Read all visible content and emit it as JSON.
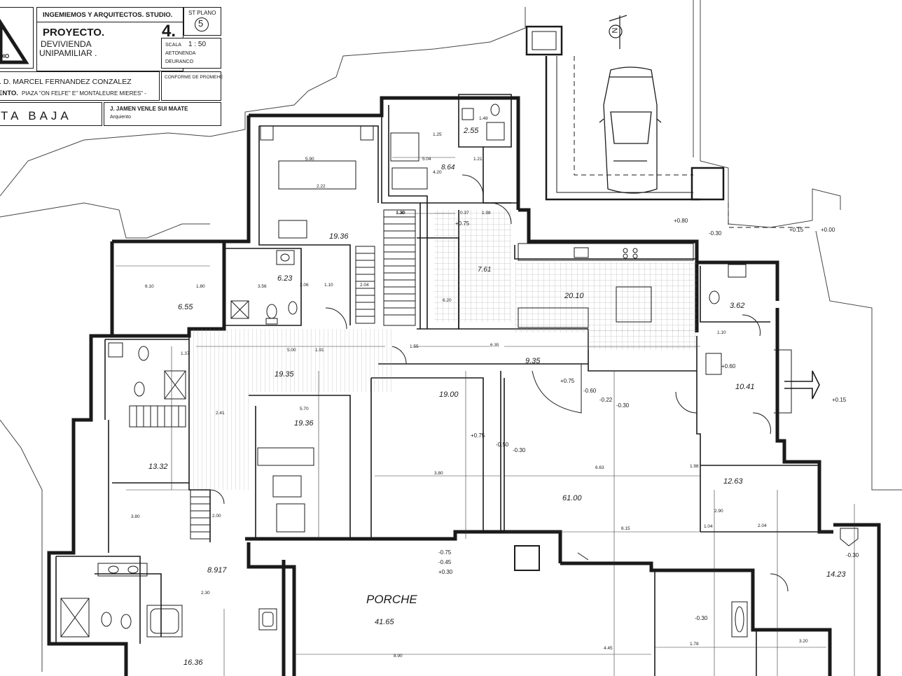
{
  "title_block": {
    "studio": "INGEMIEMOS Y ARQUITECTOS. STUDIO.",
    "project_label": "PROYECTO.",
    "project_line1": "DEVIVIENDA",
    "project_line2": "UNIPAMILIAR .",
    "sheet_number": "4.",
    "sheet_label": "ST PLANO",
    "sheet_circle": "5",
    "scale_label": "SCALA",
    "scale_value": "1 : 50",
    "scale_line2": "AETONENDA",
    "scale_line3": "DEURANCO",
    "conformity": "CONFORME DE PROMEHE",
    "client": ". D. MARCEL FERNANDEZ CONZALEZ",
    "location_label": "ENTO.",
    "location": "PIAZA \"ON FELFE\" E\" MONTALEURE MIERES\" -",
    "floor_name": "TA BAJA",
    "architect_name": "J. JAMEN VENLE SUI MAATE",
    "architect_role": "Arquiento",
    "logo_text": "DIO",
    "north": "N"
  },
  "rooms": [
    {
      "id": "r1",
      "label": "19.36"
    },
    {
      "id": "r2",
      "label": "2.55"
    },
    {
      "id": "r3",
      "label": "8.64"
    },
    {
      "id": "r4",
      "label": "6.23"
    },
    {
      "id": "r5",
      "label": "7.61"
    },
    {
      "id": "r6",
      "label": "20.10"
    },
    {
      "id": "r7",
      "label": "3.62"
    },
    {
      "id": "r8",
      "label": "6.55"
    },
    {
      "id": "r9",
      "label": "19.35"
    },
    {
      "id": "r10",
      "label": "9.35"
    },
    {
      "id": "r11",
      "label": "10.41"
    },
    {
      "id": "r12",
      "label": "19.00"
    },
    {
      "id": "r13",
      "label": "19.36"
    },
    {
      "id": "r14",
      "label": "13.32"
    },
    {
      "id": "r15",
      "label": "61.00"
    },
    {
      "id": "r16",
      "label": "12.63"
    },
    {
      "id": "r17",
      "label": "8.917"
    },
    {
      "id": "r18",
      "label": "14.23"
    },
    {
      "id": "r19",
      "label": "PORCHE"
    },
    {
      "id": "r20",
      "label": "41.65"
    },
    {
      "id": "r21",
      "label": "16.36"
    }
  ],
  "levels": [
    "+0.80",
    "-0.30",
    "+0.15",
    "+0.00",
    "+0.75",
    "+0.75",
    "-0.60",
    "-0.22",
    "-0.30",
    "+0.60",
    "+0.15",
    "+0.75",
    "-0.50",
    "-0.30",
    "-0.75",
    "-0.45",
    "+0.30",
    "-0.30",
    "-0.30"
  ],
  "dims": [
    "5.90",
    "5.04",
    "1.25",
    "1.21",
    "1.48",
    "1.30",
    "0.37",
    "1.98",
    "6.10",
    "1.80",
    "3.56",
    "2.06",
    "1.10",
    "2.04",
    "1.91",
    "5.00",
    "6.35",
    "1.55",
    "3.80",
    "5.70",
    "2.41",
    "2.00",
    "6.63",
    "6.15",
    "2.04",
    "1.98",
    "1.04",
    "2.90",
    "3.20",
    "8.90",
    "1.78",
    "4.45",
    "3.80",
    "2.30",
    "2.22",
    "6.20",
    "1.37",
    "1.10",
    "1.30",
    "4.20"
  ]
}
